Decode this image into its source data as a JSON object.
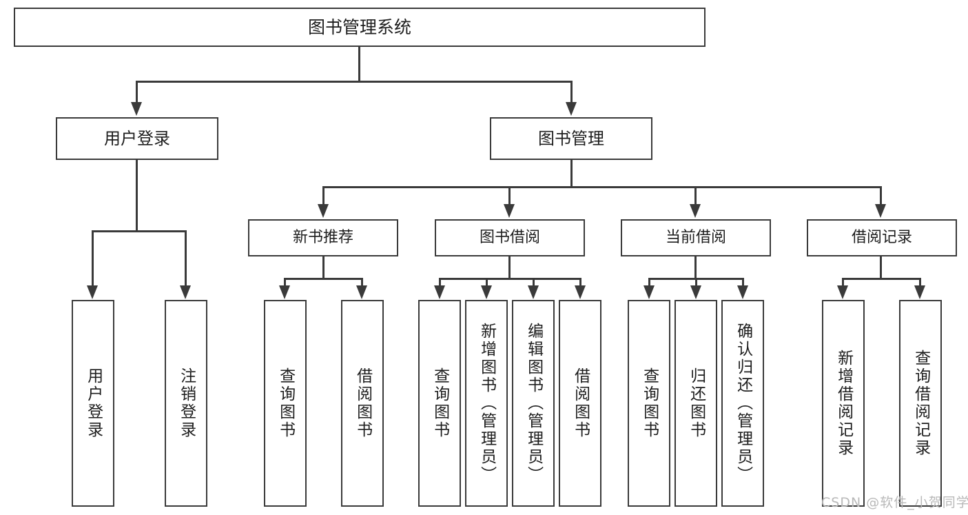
{
  "diagram": {
    "type": "tree",
    "title": "图书管理系统",
    "root": {
      "label": "图书管理系统"
    },
    "level1": [
      {
        "label": "用户登录"
      },
      {
        "label": "图书管理"
      }
    ],
    "level2": [
      {
        "label": "新书推荐"
      },
      {
        "label": "图书借阅"
      },
      {
        "label": "当前借阅"
      },
      {
        "label": "借阅记录"
      }
    ],
    "leaves": {
      "user_login": [
        {
          "label": "用户登录"
        },
        {
          "label": "注销登录"
        }
      ],
      "new_book": [
        {
          "label": "查询图书"
        },
        {
          "label": "借阅图书"
        }
      ],
      "book_borrow": [
        {
          "label": "查询图书"
        },
        {
          "label": "新增图书（管理员）"
        },
        {
          "label": "编辑图书（管理员）"
        },
        {
          "label": "借阅图书"
        }
      ],
      "current_borrow": [
        {
          "label": "查询图书"
        },
        {
          "label": "归还图书"
        },
        {
          "label": "确认归还（管理员）"
        }
      ],
      "borrow_record": [
        {
          "label": "新增借阅记录"
        },
        {
          "label": "查询借阅记录"
        }
      ]
    }
  },
  "watermark": {
    "text": "CSDN @软件_小贺同学"
  },
  "colors": {
    "stroke": "#3a3a3a",
    "fill": "#ffffff",
    "text": "#1d1d1d",
    "watermark": "#b9b9b9"
  }
}
